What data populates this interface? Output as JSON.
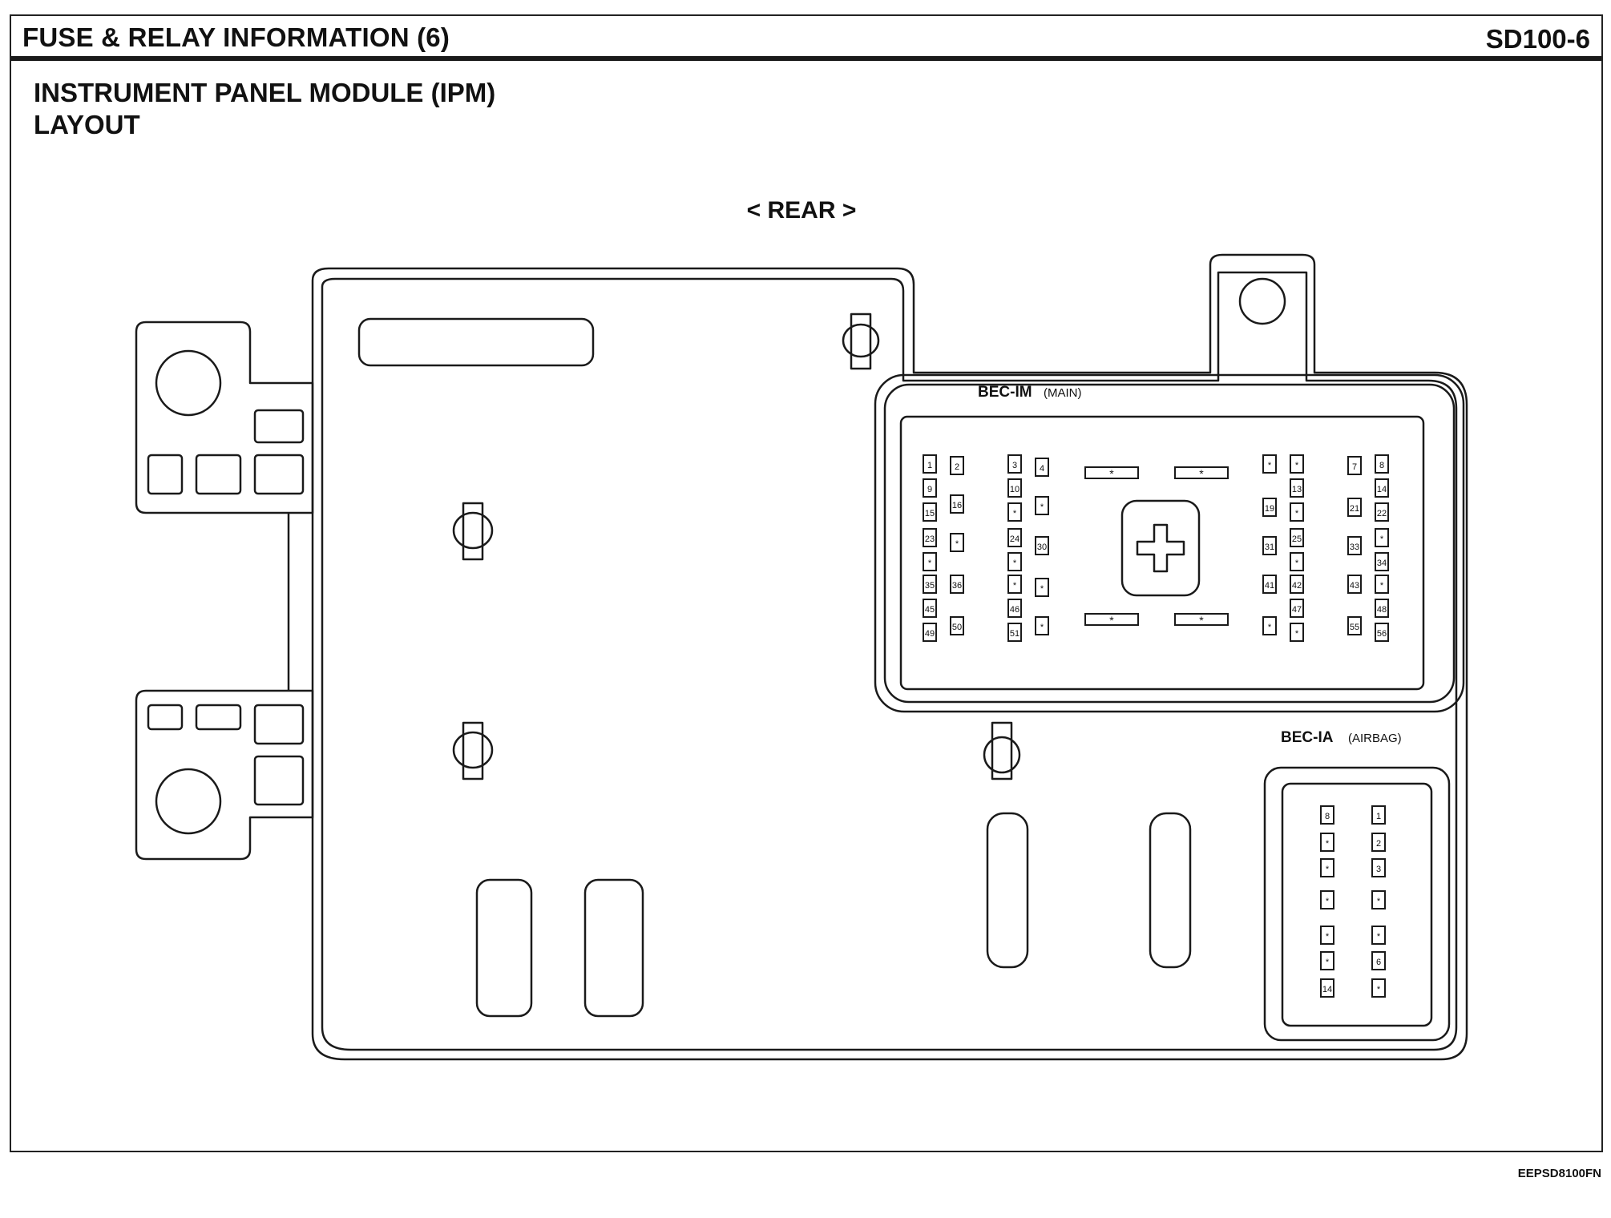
{
  "header": {
    "title": "FUSE & RELAY INFORMATION (6)",
    "code": "SD100-6"
  },
  "section": {
    "title_line1": "INSTRUMENT PANEL MODULE (IPM)",
    "title_line2": "LAYOUT"
  },
  "diagram": {
    "orientation_label": "< REAR >",
    "bec_im": {
      "label": "BEC-IM",
      "sublabel": "(MAIN)",
      "fuses": [
        "1",
        "2",
        "3",
        "4",
        "7",
        "8",
        "9",
        "10",
        "13",
        "14",
        "15",
        "16",
        "19",
        "21",
        "22",
        "23",
        "24",
        "25",
        "30",
        "31",
        "33",
        "34",
        "35",
        "36",
        "41",
        "42",
        "43",
        "45",
        "46",
        "47",
        "48",
        "49",
        "50",
        "51",
        "55",
        "56",
        "*"
      ],
      "center_relay_marker": "*"
    },
    "bec_ia": {
      "label": "BEC-IA",
      "sublabel": "(AIRBAG)",
      "fuses": [
        "1",
        "2",
        "3",
        "6",
        "8",
        "14",
        "*"
      ]
    }
  },
  "footer": {
    "code": "EEPSD8100FN"
  }
}
